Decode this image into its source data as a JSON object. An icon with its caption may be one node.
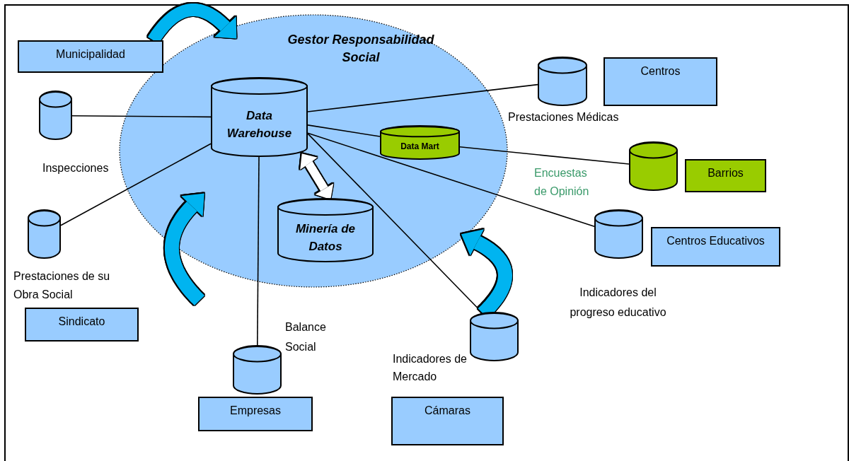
{
  "diagram": {
    "nodes": [
      {
        "text": [
          "Gestor Responsabilidad Social"
        ]
      },
      {
        "text": [
          "Data Warehouse"
        ],
        "in": 0
      },
      {
        "text": [
          "Data Mart"
        ],
        "in": 0
      },
      {
        "text": [
          "Minería de Datos"
        ],
        "in": 0
      },
      {
        "text": [
          "Municipalidad"
        ]
      },
      {
        "text": [],
        "shape": "cylinder",
        "beside": [
          "Inspecciones"
        ]
      },
      {
        "text": [],
        "shape": "cylinder"
      },
      {
        "text": [
          "Sindicato"
        ]
      },
      {
        "text": [],
        "shape": "cylinder",
        "beside": [
          "Balance Social"
        ]
      },
      {
        "text": [
          "Empresas"
        ]
      },
      {
        "text": [],
        "shape": "cylinder",
        "beside": [
          "Indicadores de Mercado"
        ]
      },
      {
        "text": [
          "Cámaras"
        ]
      },
      {
        "text": [],
        "shape": "cylinder",
        "beside": [
          "Indicadores del progreso educativo"
        ]
      },
      {
        "text": [
          "Centros Educativos"
        ]
      },
      {
        "text": [],
        "shape": "cylinder",
        "beside": [
          "Prestaciones Médicas"
        ]
      },
      {
        "text": [
          "Centros"
        ]
      },
      {
        "text": [],
        "shape": "cylinder"
      },
      {
        "text": [
          "Barrios"
        ]
      }
    ],
    "edges": [
      {
        "from": 5,
        "to": 1,
        "arrow": "none"
      },
      {
        "from": 6,
        "to": 1,
        "arrow": "none"
      },
      {
        "from": 14,
        "to": 1,
        "arrow": "none"
      },
      {
        "from": 1,
        "to": 2,
        "arrow": "none"
      },
      {
        "from": 2,
        "to": 16,
        "arrow": "none"
      },
      {
        "from": 1,
        "to": 12,
        "arrow": "none"
      },
      {
        "from": 1,
        "to": 10,
        "arrow": "none"
      },
      {
        "from": 8,
        "to": 1,
        "arrow": "none"
      },
      {
        "from": 1,
        "to": 3,
        "arrow": "both",
        "style": "thick",
        "color": "#ffffff"
      },
      {
        "from": 4,
        "to": 0,
        "arrow": "to",
        "style": "thick",
        "color": "#00b4f0"
      },
      {
        "from": null,
        "to": 0,
        "arrow": "to",
        "style": "thick",
        "color": "#00b4f0"
      },
      {
        "from": 10,
        "to": 0,
        "arrow": "to",
        "style": "thick",
        "color": "#00b4f0"
      }
    ],
    "labels": [
      "Encuestas de Opinión",
      "Prestaciones de su Obra Social"
    ]
  }
}
